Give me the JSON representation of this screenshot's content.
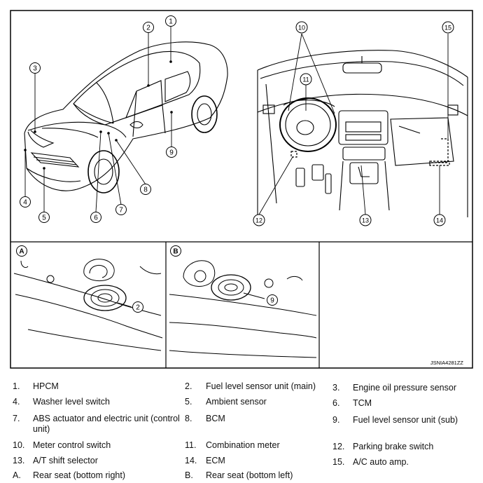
{
  "figure_code": "JSNIA4281ZZ",
  "callouts": {
    "c1": "1",
    "c2": "2",
    "c3": "3",
    "c4": "4",
    "c5": "5",
    "c6": "6",
    "c7": "7",
    "c8": "8",
    "c9": "9",
    "c10": "10",
    "c11": "11",
    "c12": "12",
    "c13": "13",
    "c14": "14",
    "c15": "15",
    "ca": "A",
    "cb": "B",
    "ca2": "2",
    "cb9": "9"
  },
  "legend": [
    {
      "num": "1.",
      "text": "HPCM"
    },
    {
      "num": "2.",
      "text": "Fuel level sensor unit (main)"
    },
    {
      "num": "3.",
      "text": "Engine oil pressure sensor"
    },
    {
      "num": "4.",
      "text": "Washer level switch"
    },
    {
      "num": "5.",
      "text": "Ambient sensor"
    },
    {
      "num": "6.",
      "text": "TCM"
    },
    {
      "num": "7.",
      "text": "ABS actuator and electric unit (control unit)"
    },
    {
      "num": "8.",
      "text": "BCM"
    },
    {
      "num": "9.",
      "text": "Fuel level sensor unit (sub)"
    },
    {
      "num": "10.",
      "text": "Meter control switch"
    },
    {
      "num": "11.",
      "text": "Combination meter"
    },
    {
      "num": "12.",
      "text": "Parking brake switch"
    },
    {
      "num": "13.",
      "text": "A/T shift selector"
    },
    {
      "num": "14.",
      "text": "ECM"
    },
    {
      "num": "15.",
      "text": "A/C auto amp."
    },
    {
      "num": "A.",
      "text": "Rear seat (bottom right)"
    },
    {
      "num": "B.",
      "text": "Rear seat (bottom left)"
    }
  ]
}
